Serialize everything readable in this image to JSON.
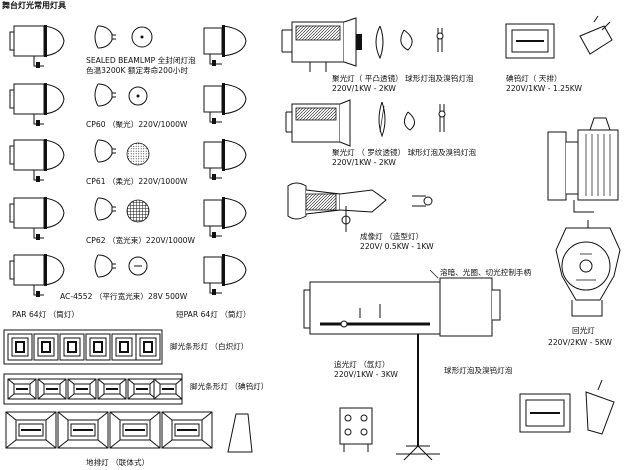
{
  "title": "舞台灯光常用灯具",
  "labels": {
    "sealed_1": "SEALED BEAMLMP 全封闭灯泡",
    "sealed_2": "色温3200K 额定寿命200小时",
    "cp60": "CP60 （聚光）220V/1000W",
    "cp61": "CP61 （柔光）220V/1000W",
    "cp62": "CP62 （宽光束）220V/1000W",
    "ac4552": "AC-4552 （平行宽光束）28V 500W",
    "par64_short": "PAR 64灯 （筒灯）",
    "par64_long": "短PAR 64灯 （筒灯）",
    "spot_plano_1": "聚光灯（ 平凸透镜） 球形灯泡及溴钨灯泡",
    "spot_plano_2": "220V/1KW - 2KW",
    "spot_fresnel_1": "聚光灯 （ 罗纹透镜） 球形灯泡及溴钨灯泡",
    "spot_fresnel_2": "220V/1KW - 2KW",
    "iodine_1": "碘钨灯（ 天排）",
    "iodine_2": "220V/1KW - 1.25KW",
    "profile_1": "成像灯 （造型灯）",
    "profile_2": "220V/ 0.5KW - 1KW",
    "control_handle": "溶暗、光圈、切光控制手柄",
    "followspot_1": "追光灯 （氙灯）",
    "followspot_2": "220V/1KW - 3KW",
    "followspot_bulb": "球形灯泡及溴钨灯泡",
    "backlight_1": "回光灯",
    "backlight_2": "220V/2KW - 5KW",
    "footlight_white": "脚光条形灯 （白炽灯）",
    "footlight_iodine": "脚光条形灯 （碘钨灯）",
    "ground_row": "地排灯 （联体式）"
  }
}
